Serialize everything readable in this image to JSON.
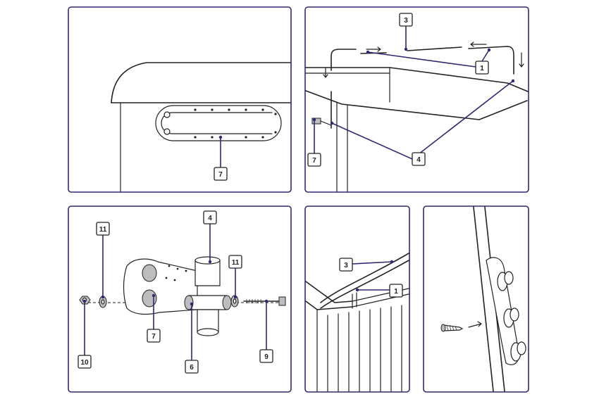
{
  "colors": {
    "frame": "#2e2a72",
    "leader": "#2e2a72",
    "line": "#222222"
  },
  "callouts": {
    "p1_7": "7",
    "p2_3": "3",
    "p2_1": "1",
    "p2_4": "4",
    "p2_7": "7",
    "p3_11a": "11",
    "p3_4": "4",
    "p3_11b": "11",
    "p3_10": "10",
    "p3_7": "7",
    "p3_6": "6",
    "p3_9": "9",
    "p4_3": "3",
    "p4_1": "1"
  }
}
